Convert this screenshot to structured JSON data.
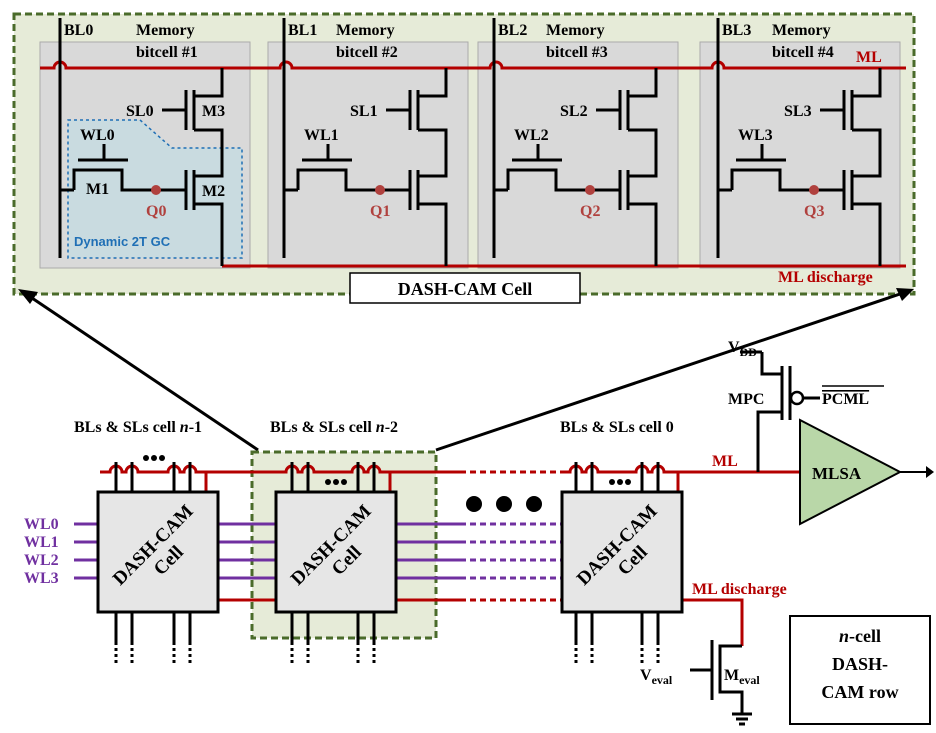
{
  "cell": {
    "title": "DASH-CAM Cell",
    "bitcells": [
      {
        "bl": "BL0",
        "label1": "Memory",
        "label2": "bitcell #1",
        "sl": "SL0",
        "wl": "WL0",
        "q": "Q0"
      },
      {
        "bl": "BL1",
        "label1": "Memory",
        "label2": "bitcell #2",
        "sl": "SL1",
        "wl": "WL1",
        "q": "Q1"
      },
      {
        "bl": "BL2",
        "label1": "Memory",
        "label2": "bitcell #3",
        "sl": "SL2",
        "wl": "WL2",
        "q": "Q2"
      },
      {
        "bl": "BL3",
        "label1": "Memory",
        "label2": "bitcell #4",
        "sl": "SL3",
        "wl": "WL3",
        "q": "Q3"
      }
    ],
    "m1": "M1",
    "m2": "M2",
    "m3": "M3",
    "gc_label": "Dynamic 2T GC",
    "ml": "ML",
    "ml_discharge": "ML discharge"
  },
  "row": {
    "col_labels": [
      {
        "prefix": "BLs & SLs cell ",
        "var": "n",
        "suffix": "-1"
      },
      {
        "prefix": "BLs & SLs cell ",
        "var": "n",
        "suffix": "-2"
      },
      {
        "prefix": "BLs & SLs cell 0",
        "var": "",
        "suffix": ""
      }
    ],
    "block_line1": "DASH-CAM",
    "block_line2": "Cell",
    "wl_labels": [
      "WL0",
      "WL1",
      "WL2",
      "WL3"
    ],
    "ml": "ML",
    "ml_discharge": "ML discharge",
    "vdd": "V",
    "vdd_sub": "DD",
    "mpc": "MPC",
    "pcml": "PCML",
    "mlsa": "MLSA",
    "veval": "V",
    "veval_sub": "eval",
    "meval": "M",
    "meval_sub": "eval",
    "caption_line1_var": "n",
    "caption_line1": "-cell",
    "caption_line2": "DASH-",
    "caption_line3": "CAM row"
  },
  "colors": {
    "red": "#b40000",
    "purple": "#7030a0",
    "green_dash": "#4a6b2a",
    "cell_bg": "#e6ebd8",
    "bitcell_bg": "#d9d9d9",
    "gc_bg": "#c9dbe0",
    "gc_border": "#1f6fb5",
    "block_bg": "#e6e6e6",
    "mlsa_fill": "#b9d7a8"
  }
}
